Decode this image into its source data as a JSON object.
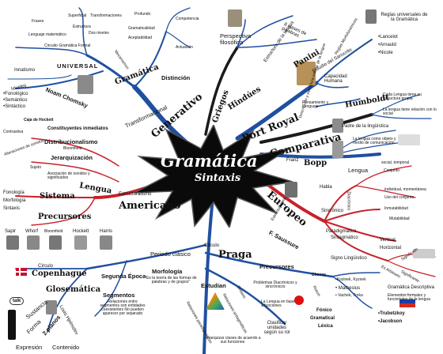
{
  "colors": {
    "blue": "#1f4fa0",
    "dark": "#1b1b1b",
    "red": "#c8202a",
    "star": "#0a0a0a"
  },
  "center": {
    "title": "Gramática",
    "subtitle": "Sintaxis"
  },
  "topleft": {
    "superficial": "Superficial",
    "transformaciones": "Transformaciones",
    "profundo": "Profundo",
    "frases": "Frases",
    "estructura": "Estructura",
    "competencia": "Competencia",
    "lenguaje_matematico": "Lenguaje matemático",
    "dos_niveles": "Dos niveles",
    "gramaticalidad": "Gramaticalidad",
    "circuito_formal": "Circuito Gramática Formal",
    "aceptabilidad": "Aceptabilidad",
    "actuacion": "Actuación",
    "innatismo": "Innatismo",
    "universal": "UNIVERSAL",
    "gramatica": "Gramática",
    "distincion": "Distinción",
    "niveles": "Niveles",
    "fonologico": "•Fonológico",
    "semantico": "•Semántico",
    "sintactico": "•Sintáctico",
    "chomsky": "Noam Chomsky",
    "generativo": "Generativo",
    "transformacional": "Transformacional",
    "mecanismos": "Mecanismos"
  },
  "topcenter": {
    "perspectiva": "Perspectiva filosófica",
    "griegos": "Griegos",
    "estructura_lengua": "Estructura de la lengua",
    "ocho_clases": "8 clases de palabras",
    "reglas_morf": "Reglas Morfofonémicas",
    "estudio_sanscrito": "Estudio del Sanscrito",
    "descr_estructura": "Descripción y estructura interna de la lengua",
    "hindues": "Hindúes",
    "panini": "Panini",
    "capacidad": "Capacidad Humana",
    "reglas_univ": "Reglas universales de la Gramática",
    "lancelot": "•Lancelot",
    "arnauld": "•Arnauld",
    "nicole": "•Nicole",
    "port_royal": "Port Royal",
    "pensamiento": "Pensamiento y Lenguaje",
    "humboldt": "Humboldt",
    "cada_lengua": "Cada Lengua tiene su estructura propia",
    "lengua_relacion": "La lengua tiene relación con lo social",
    "comparativa": "Comparativa",
    "padre": "Padre de la lingüística",
    "objeto": "La lengua como objeto y medio de comunicación",
    "franz": "Franz",
    "bopp": "Bopp"
  },
  "left": {
    "caja_hockett": "Caja de Hockett",
    "constituyentes": "Constituyentes inmediatos",
    "contrastiva": "Contrastiva",
    "distribucionalismo": "Distribucionalismo",
    "bloomfield": "Bloomfield",
    "alteraciones": "Alteraciones de sonidos",
    "jerarquizacion": "Jerarquización",
    "sujeto": "Sujeto",
    "asociacion": "Asociación de sonidos y significados",
    "fonologia": "Fonología",
    "morfologia": "Morfología",
    "sintaxis": "Sintaxis",
    "sistema": "Sistema",
    "lengua": "Lengua",
    "estructuralismo": "Estructuralismo",
    "americano": "Americano",
    "precursores": "Precursores",
    "sapir": "Sapir",
    "whorf": "Whorf",
    "bloomfield2": "Bloomfield",
    "hockett": "Hockett",
    "harris": "Harris"
  },
  "right": {
    "lengua": "Lengua",
    "social": "social, temporal",
    "conjunto": "Conjunto",
    "habla": "Habla",
    "individual": "individual, momentánea",
    "uso": "Uso del conjunto",
    "sincronico": "Sincrónico",
    "diacronico": "Diacrónico",
    "inmutabilidad": "Inmutabilidad",
    "mutabilidad": "Mutabilidad",
    "europeo": "Europeo",
    "estructuralismo": "Estructuralismo",
    "saussure": "F. Saussure",
    "paradigmatico": "Paradigmático",
    "sintagmatico": "Sintagmático",
    "vertical": "Vertical",
    "horizontal": "Horizontal",
    "signo": "Signo Lingüístico",
    "significado": "Significado",
    "es_arbitrario": "Es Arbitrario",
    "significante": "Significante"
  },
  "bottom": {
    "circulo": "Círculo",
    "copenhague": "Copenhague",
    "glosematica": "Glosemática",
    "sustancia": "Sustancia",
    "forma": "Forma",
    "dos_planos": "2 planos",
    "hjelmslev": "Louis Hjelmslev",
    "expresion": "Expresión",
    "contenido": "Contenido",
    "talk": "talk",
    "segunda_epoca": "Segunda Época",
    "periodo_clasico": "Periodo clásico",
    "circulo2": "Círculo",
    "praga": "Praga",
    "segmentos": "Segmentos",
    "segmentos_desc": "Relaciones entre segmentos son entidades coexistentes No pueden aparecer por separado",
    "morfologia": "Morfología",
    "morfologia_desc": "\"Es la teoría de las formas de palabras y de grupos\"",
    "estudian": "Estudian",
    "precursores": "Precursores",
    "checos": "Checos",
    "rusos": "Rusos",
    "checos_names": "•Kozinek, Kyznek",
    "mathesius": "• Mathesius",
    "vachek": "• Vachek, Trnka",
    "problemas": "Problemas Diacrónicos y sincrónicos",
    "lengua_funciones": "La Lengua en base a funciones",
    "clasificar": "Clasificar unidades según su rol",
    "jerarquizar": "Jerarquizar clases de acuerdo a sus funciones",
    "fonico": "Fónico",
    "gramatical": "Gramatical",
    "lexica": "Léxica",
    "trubetzkoy": "•Trubetzkoy",
    "jacobson": "•Jacobson",
    "gram_descriptiva": "Gramática Descriptiva",
    "elementos": "Elementos formales y funcionales de la lengua",
    "relaciones_paradig": "Relaciones paradigmáticas",
    "relaciones_sintag": "Relaciones sintagmáticas",
    "rama_sintaxis": "Sintaxis"
  }
}
